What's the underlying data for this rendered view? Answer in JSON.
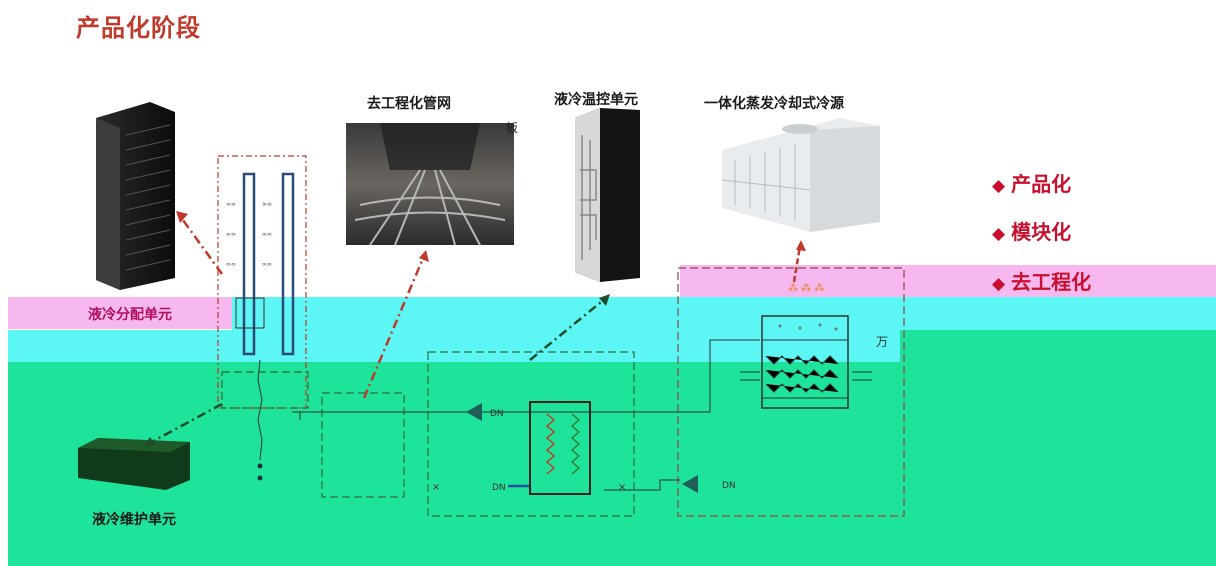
{
  "title": "产品化阶段",
  "units": {
    "cdu": "液冷分配单元",
    "pipe_network": "去工程化管网",
    "temp_control": "液冷温控单元",
    "cooling_source": "一体化蒸发冷却式冷源",
    "maintenance": "液冷维护单元"
  },
  "bullets": [
    "产品化",
    "模块化",
    "去工程化"
  ],
  "colors": {
    "accent_red": "#c8102e",
    "pink_band": "#f6b8ef",
    "cyan_band": "#5cf6f4",
    "green_band": "#1ee39a"
  }
}
